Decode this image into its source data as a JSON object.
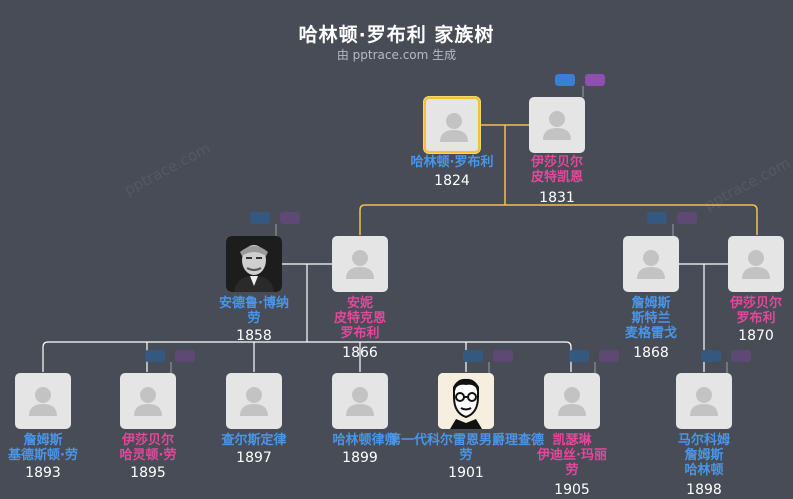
{
  "header": {
    "title": "哈林顿·罗布利 家族树",
    "subtitle": "由 pptrace.com 生成"
  },
  "watermark": "pptrace.com",
  "people": [
    {
      "id": "p1",
      "name": "哈林顿·罗布利",
      "year": "1824",
      "gender": "m",
      "focus": true
    },
    {
      "id": "p2",
      "name": "伊莎贝尔\n皮特凯恩",
      "year": "1831",
      "gender": "f"
    },
    {
      "id": "p3",
      "name": "安德鲁·博纳\n劳",
      "year": "1858",
      "gender": "m",
      "photo": "portrait-old-man"
    },
    {
      "id": "p4",
      "name": "安妮\n皮特克恩\n罗布利",
      "year": "1866",
      "gender": "f"
    },
    {
      "id": "p5",
      "name": "詹姆斯\n斯特兰\n麦格雷戈",
      "year": "1868",
      "gender": "m"
    },
    {
      "id": "p6",
      "name": "伊莎贝尔\n罗布利",
      "year": "1870",
      "gender": "f"
    },
    {
      "id": "p7",
      "name": "詹姆斯\n基德斯顿·劳",
      "year": "1893",
      "gender": "m"
    },
    {
      "id": "p8",
      "name": "伊莎贝尔\n哈灵顿·劳",
      "year": "1895",
      "gender": "f"
    },
    {
      "id": "p9",
      "name": "查尔斯定律",
      "year": "1897",
      "gender": "m"
    },
    {
      "id": "p10",
      "name": "哈林顿律师",
      "year": "1899",
      "gender": "m"
    },
    {
      "id": "p11",
      "name": "第一代科尔雷恩男爵理查德\n劳",
      "year": "1901",
      "gender": "m",
      "photo": "portrait-sketch"
    },
    {
      "id": "p12",
      "name": "凯瑟琳\n伊迪丝·玛丽\n劳",
      "year": "1905",
      "gender": "f"
    },
    {
      "id": "p13",
      "name": "马尔科姆\n詹姆斯\n哈林顿",
      "year": "1898",
      "gender": "m"
    }
  ]
}
